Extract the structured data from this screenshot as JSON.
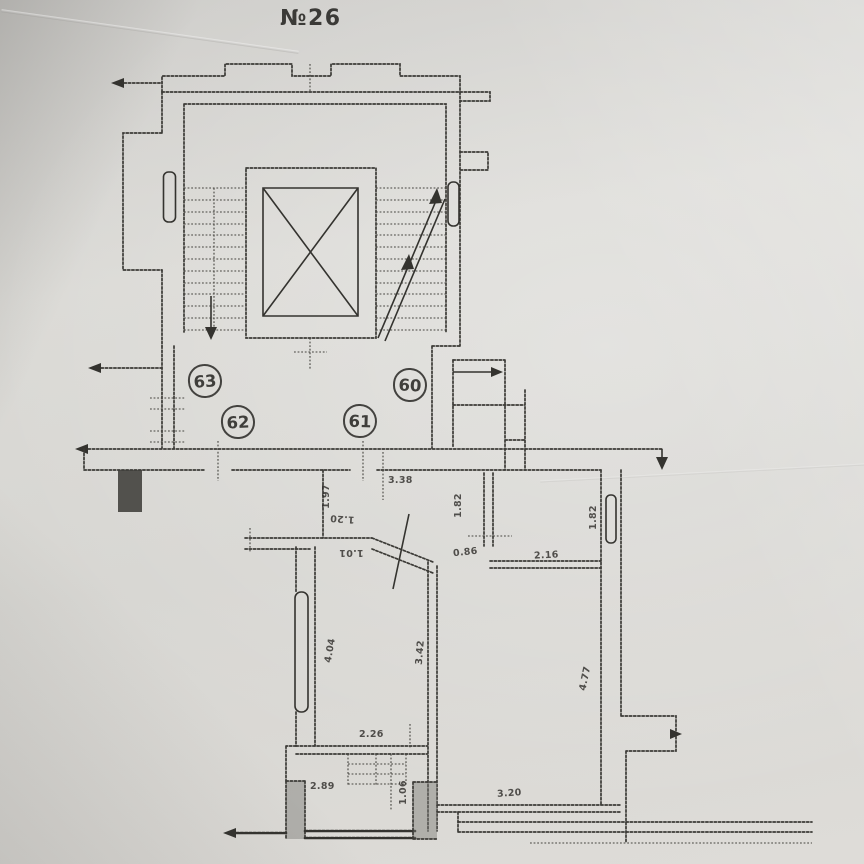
{
  "document": {
    "title": "№26"
  },
  "apartments": [
    {
      "number": "63"
    },
    {
      "number": "60"
    },
    {
      "number": "62"
    },
    {
      "number": "61"
    }
  ],
  "dimensions": {
    "corridor_width": "3.38",
    "corridor_side": "1.97",
    "passage_upper": "1.20",
    "passage_lower": "1.01",
    "entry_side": "1.82",
    "entry_opening": "0.86",
    "room_small_width": "2.16",
    "room_small_window": "1.82",
    "room_left_depth": "4.04",
    "room_mid_depth": "3.42",
    "room_right_depth": "4.77",
    "bath_width": "2.26",
    "bath_sub_width": "2.89",
    "bath_sub_depth": "1.06",
    "room_right_width": "3.20"
  },
  "colors": {
    "paper": "#d7d6d2",
    "ink": "#34332f"
  }
}
